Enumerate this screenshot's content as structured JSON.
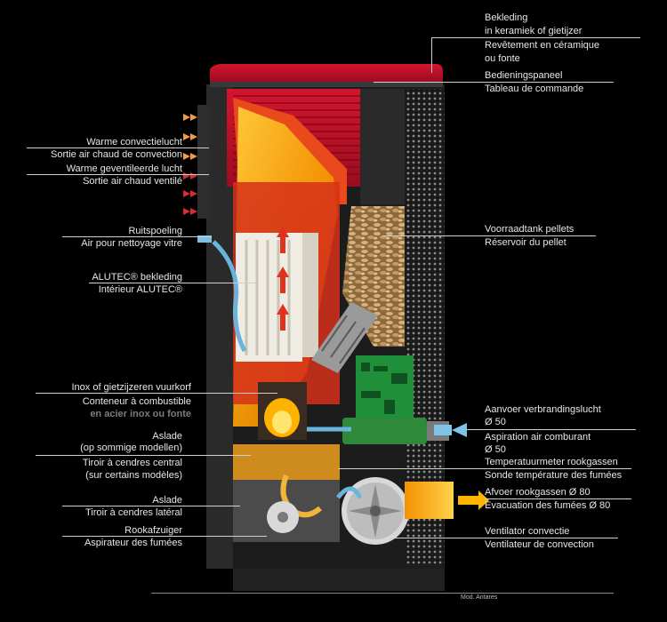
{
  "colors": {
    "background": "#000000",
    "casing_red": "#c8102e",
    "flame_orange": "#f39200",
    "flame_yellow": "#ffd24a",
    "airflow_blue": "#5aa9d6",
    "exhaust_orange": "#ff9900",
    "pellet_tan": "#c9a26a",
    "pcb_green": "#1f8f3a",
    "body_grey": "#2a2a2a"
  },
  "labels": {
    "cladding_nl_1": "Bekleding",
    "cladding_nl_2": "in keramiek of gietijzer",
    "cladding_fr_1": "Revêtement en céramique",
    "cladding_fr_2": "ou fonte",
    "control_nl": "Bedieningspaneel",
    "control_fr": "Tableau de commande",
    "conv_nl": "Warme convectielucht",
    "conv_fr": "Sortie air chaud de convection",
    "vent_nl": "Warme geventileerde lucht",
    "vent_fr": "Sortie air chaud ventilé",
    "glass_nl": "Ruitspoeling",
    "glass_fr": "Air pour nettoyage vitre",
    "alutec_nl": "ALUTEC® bekleding",
    "alutec_fr": "Intérieur ALUTEC®",
    "firebox_nl": "Inox of gietzijzeren vuurkorf",
    "firebox_fr": "Conteneur à combustible",
    "firebox_fr_grey": "en acier inox ou fonte",
    "ashpan_c_nl_1": "Aslade",
    "ashpan_c_nl_2": "(op sommige modellen)",
    "ashpan_c_fr_1": "Tiroir à cendres central",
    "ashpan_c_fr_2": "(sur certains modèles)",
    "ashpan_s_nl": "Aslade",
    "ashpan_s_fr": "Tiroir à cendres latéral",
    "fan_nl": "Rookafzuiger",
    "fan_fr": "Aspirateur des fumées",
    "tank_nl": "Voorraadtank pellets",
    "tank_fr": "Réservoir du pellet",
    "air_nl_1": "Aanvoer verbrandingslucht",
    "air_nl_2": "Ø 50",
    "air_fr_1": "Aspiration air comburant",
    "air_fr_2": "Ø 50",
    "temp_nl": "Temperatuurmeter rookgassen",
    "temp_fr": "Sonde température des fumées",
    "exhaust_nl": "Afvoer rookgassen Ø 80",
    "exhaust_fr": "Evacuation des fumées Ø 80",
    "convfan_nl": "Ventilator convectie",
    "convfan_fr": "Ventilateur de convection",
    "model": "Mod. Antares"
  }
}
